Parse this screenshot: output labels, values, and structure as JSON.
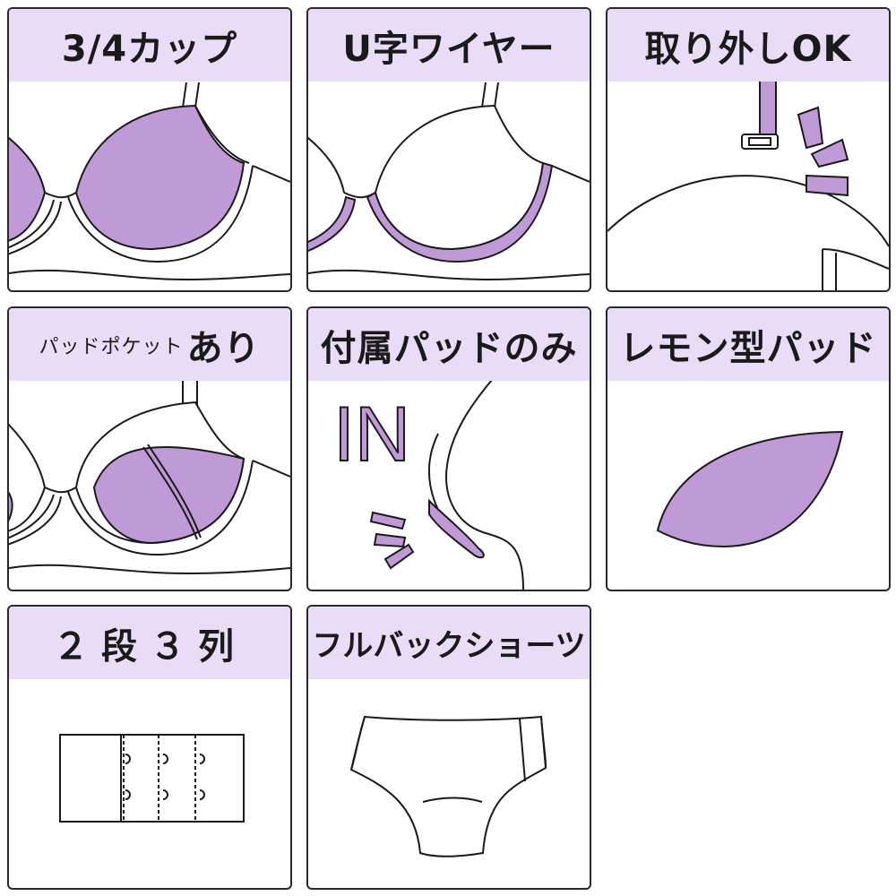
{
  "colors": {
    "header_bg": "#e9dcf7",
    "accent_fill": "#c09ad6",
    "outline": "#1a1a1a"
  },
  "tiles": [
    {
      "label": "3/4カップ",
      "icon": "three-quarter-cup-bra"
    },
    {
      "label": "U字ワイヤー",
      "icon": "u-wire-bra"
    },
    {
      "label": "取り外しOK",
      "icon": "detachable-strap"
    },
    {
      "label_small": "パッドポケット",
      "label": "あり",
      "icon": "pad-pocket-bra"
    },
    {
      "label": "付属パッドのみ",
      "icon": "insert-pad",
      "illustration_text": "IN"
    },
    {
      "label": "レモン型パッド",
      "icon": "lemon-shaped-pad"
    },
    {
      "label": "２段３列",
      "icon": "hook-and-eye"
    },
    {
      "label": "フルバックショーツ",
      "icon": "full-back-shorts"
    }
  ]
}
